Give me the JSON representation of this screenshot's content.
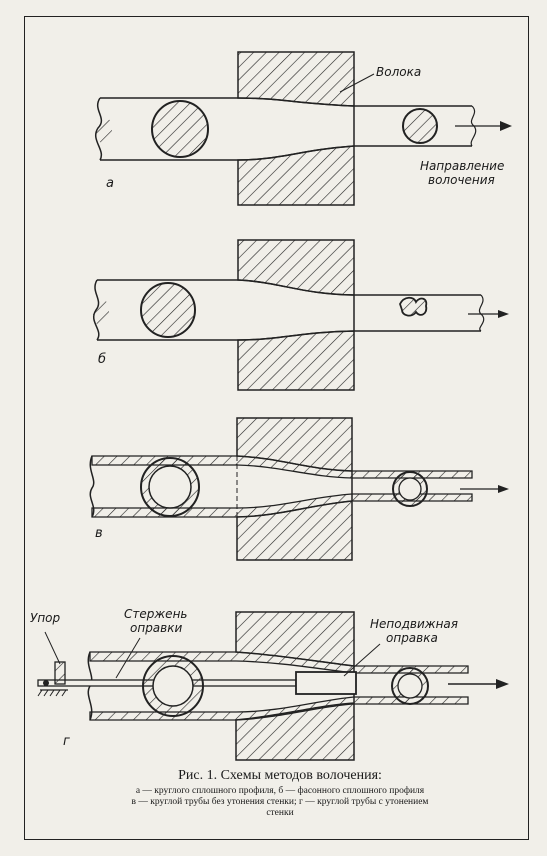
{
  "labels": {
    "die": "Волока",
    "direction_l1": "Направление",
    "direction_l2": "волочения",
    "panel_a": "а",
    "panel_b": "б",
    "panel_v": "в",
    "panel_g": "г",
    "stop": "Упор",
    "rod_l1": "Стержень",
    "rod_l2": "оправки",
    "fixed_l1": "Неподвижная",
    "fixed_l2": "оправка"
  },
  "caption": {
    "title": "Рис. 1. Схемы методов волочения:",
    "line1": "а — круглого сплошного профиля, б — фасонного сплошного профиля",
    "line2": "в — круглой трубы без утонения стенки; г — круглой трубы с утонением",
    "line3": "стенки"
  }
}
